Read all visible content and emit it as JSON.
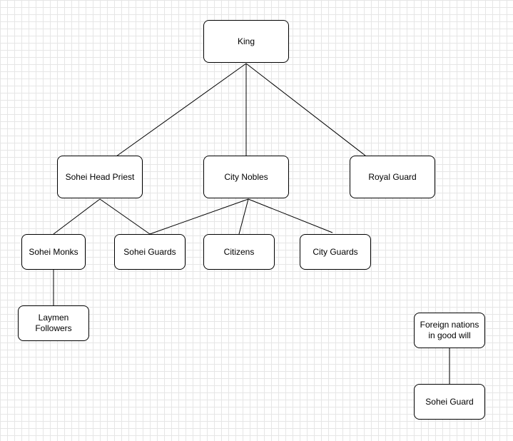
{
  "colors": {
    "stroke": "#000000",
    "fill": "#ffffff",
    "grid": "#e6e6e6"
  },
  "nodes": {
    "king": "King",
    "sohei_head_priest": "Sohei Head Priest",
    "city_nobles": "City Nobles",
    "royal_guard": "Royal Guard",
    "sohei_monks": "Sohei Monks",
    "sohei_guards": "Sohei Guards",
    "citizens": "Citizens",
    "city_guards": "City Guards",
    "laymen_followers": "Laymen Followers",
    "foreign_nations": "Foreign nations in good will",
    "sohei_guard": "Sohei Guard"
  },
  "edges": [
    [
      "king",
      "sohei_head_priest"
    ],
    [
      "king",
      "city_nobles"
    ],
    [
      "king",
      "royal_guard"
    ],
    [
      "sohei_head_priest",
      "sohei_monks"
    ],
    [
      "sohei_head_priest",
      "sohei_guards"
    ],
    [
      "city_nobles",
      "sohei_guards"
    ],
    [
      "city_nobles",
      "citizens"
    ],
    [
      "city_nobles",
      "city_guards"
    ],
    [
      "sohei_monks",
      "laymen_followers"
    ],
    [
      "foreign_nations",
      "sohei_guard"
    ]
  ]
}
